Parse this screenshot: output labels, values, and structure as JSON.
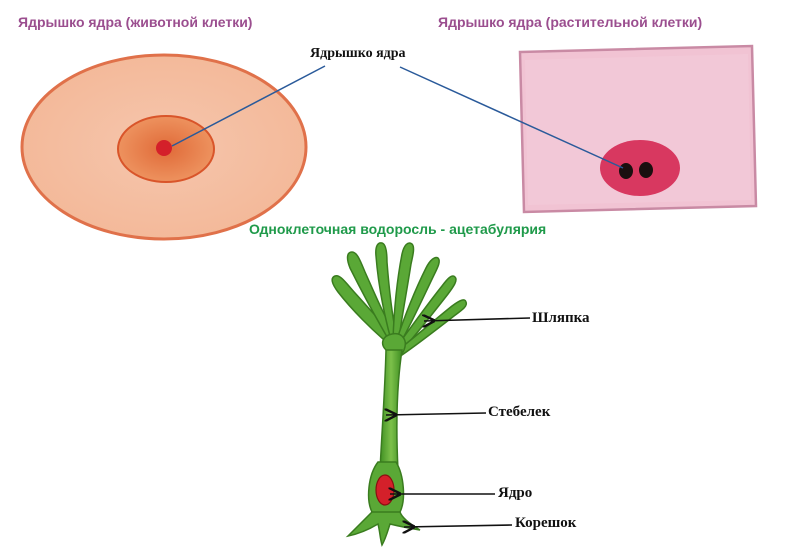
{
  "titles": {
    "animal": "Ядрышко ядра (животной клетки)",
    "plant": "Ядрышко ядра (растительной клетки)",
    "algae": "Одноклеточная водоросль - ацетабулярия"
  },
  "labels": {
    "nucleolus": "Ядрышко ядра",
    "cap": "Шляпка",
    "stalk": "Стебелек",
    "nucleus": "Ядро",
    "rootlet": "Корешок"
  },
  "colors": {
    "title_purple": "#9b4e8f",
    "title_green": "#1f9a4a",
    "pointer_blue": "#2a5a9a",
    "animal_cell": "#f2b49a",
    "plant_cell": "#f1c3d3",
    "algae_green": "#5aa836",
    "nucleolus_red": "#d4202a"
  }
}
